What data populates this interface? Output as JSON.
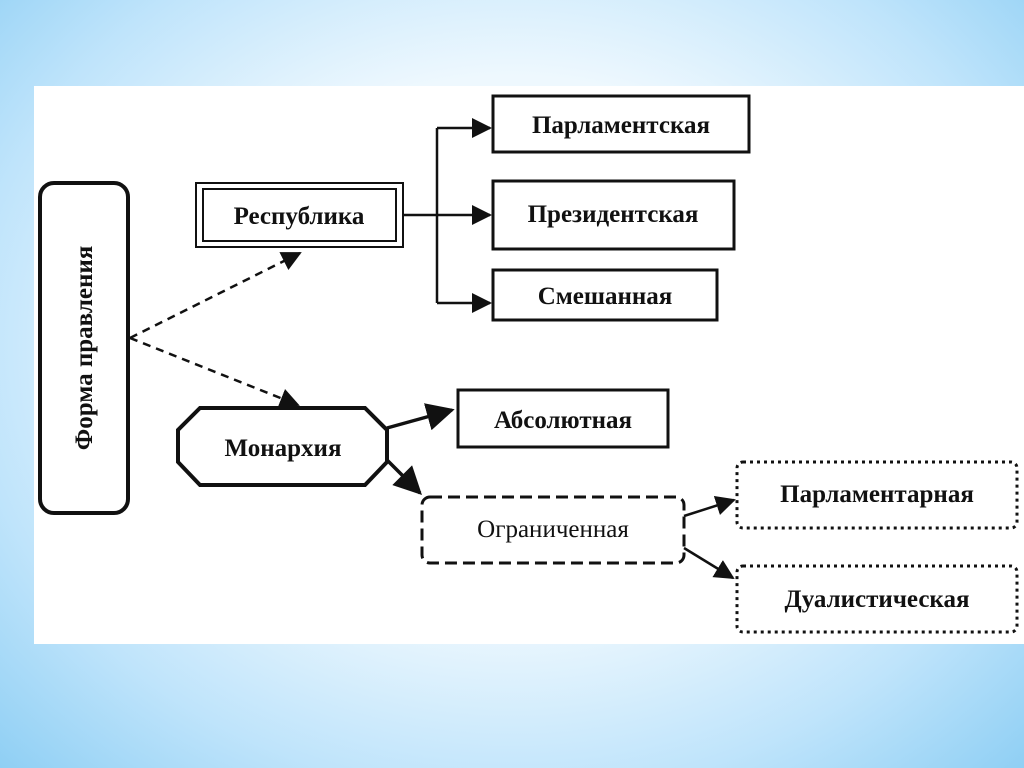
{
  "diagram": {
    "root": "Форма правления",
    "republic": {
      "label": "Республика",
      "children": [
        "Парламентская",
        "Президентская",
        "Смешанная"
      ]
    },
    "monarchy": {
      "label": "Монархия",
      "absolute": "Абсолютная",
      "limited": {
        "label": "Ограниченная",
        "children": [
          "Парламентарная",
          "Дуалистическая"
        ]
      }
    }
  }
}
